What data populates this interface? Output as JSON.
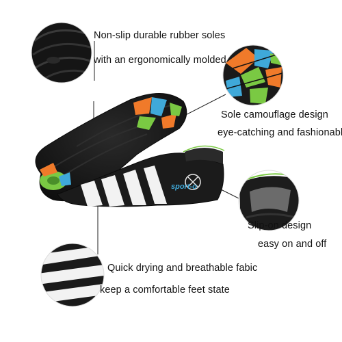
{
  "callouts": {
    "soles": {
      "line1": "Non-slip durable rubber soles",
      "line2": "with an ergonomically molded"
    },
    "camouflage": {
      "line1": "Sole camouflage design",
      "line2": "eye-catching and fashionable"
    },
    "slipon": {
      "line1": "Slip-on design",
      "line2": "easy on and off"
    },
    "fabric": {
      "line1": "Quick drying and breathable fabic",
      "line2": "keep a comfortable feet state"
    }
  },
  "product": {
    "brand_text": "sport-o"
  },
  "colors": {
    "sole_black": "#1b1b1b",
    "pattern_orange": "#f07a2a",
    "pattern_blue": "#3fa9d9",
    "pattern_green": "#7ac943",
    "stripe_white": "#f2f2f2",
    "leader_line": "#222222"
  }
}
